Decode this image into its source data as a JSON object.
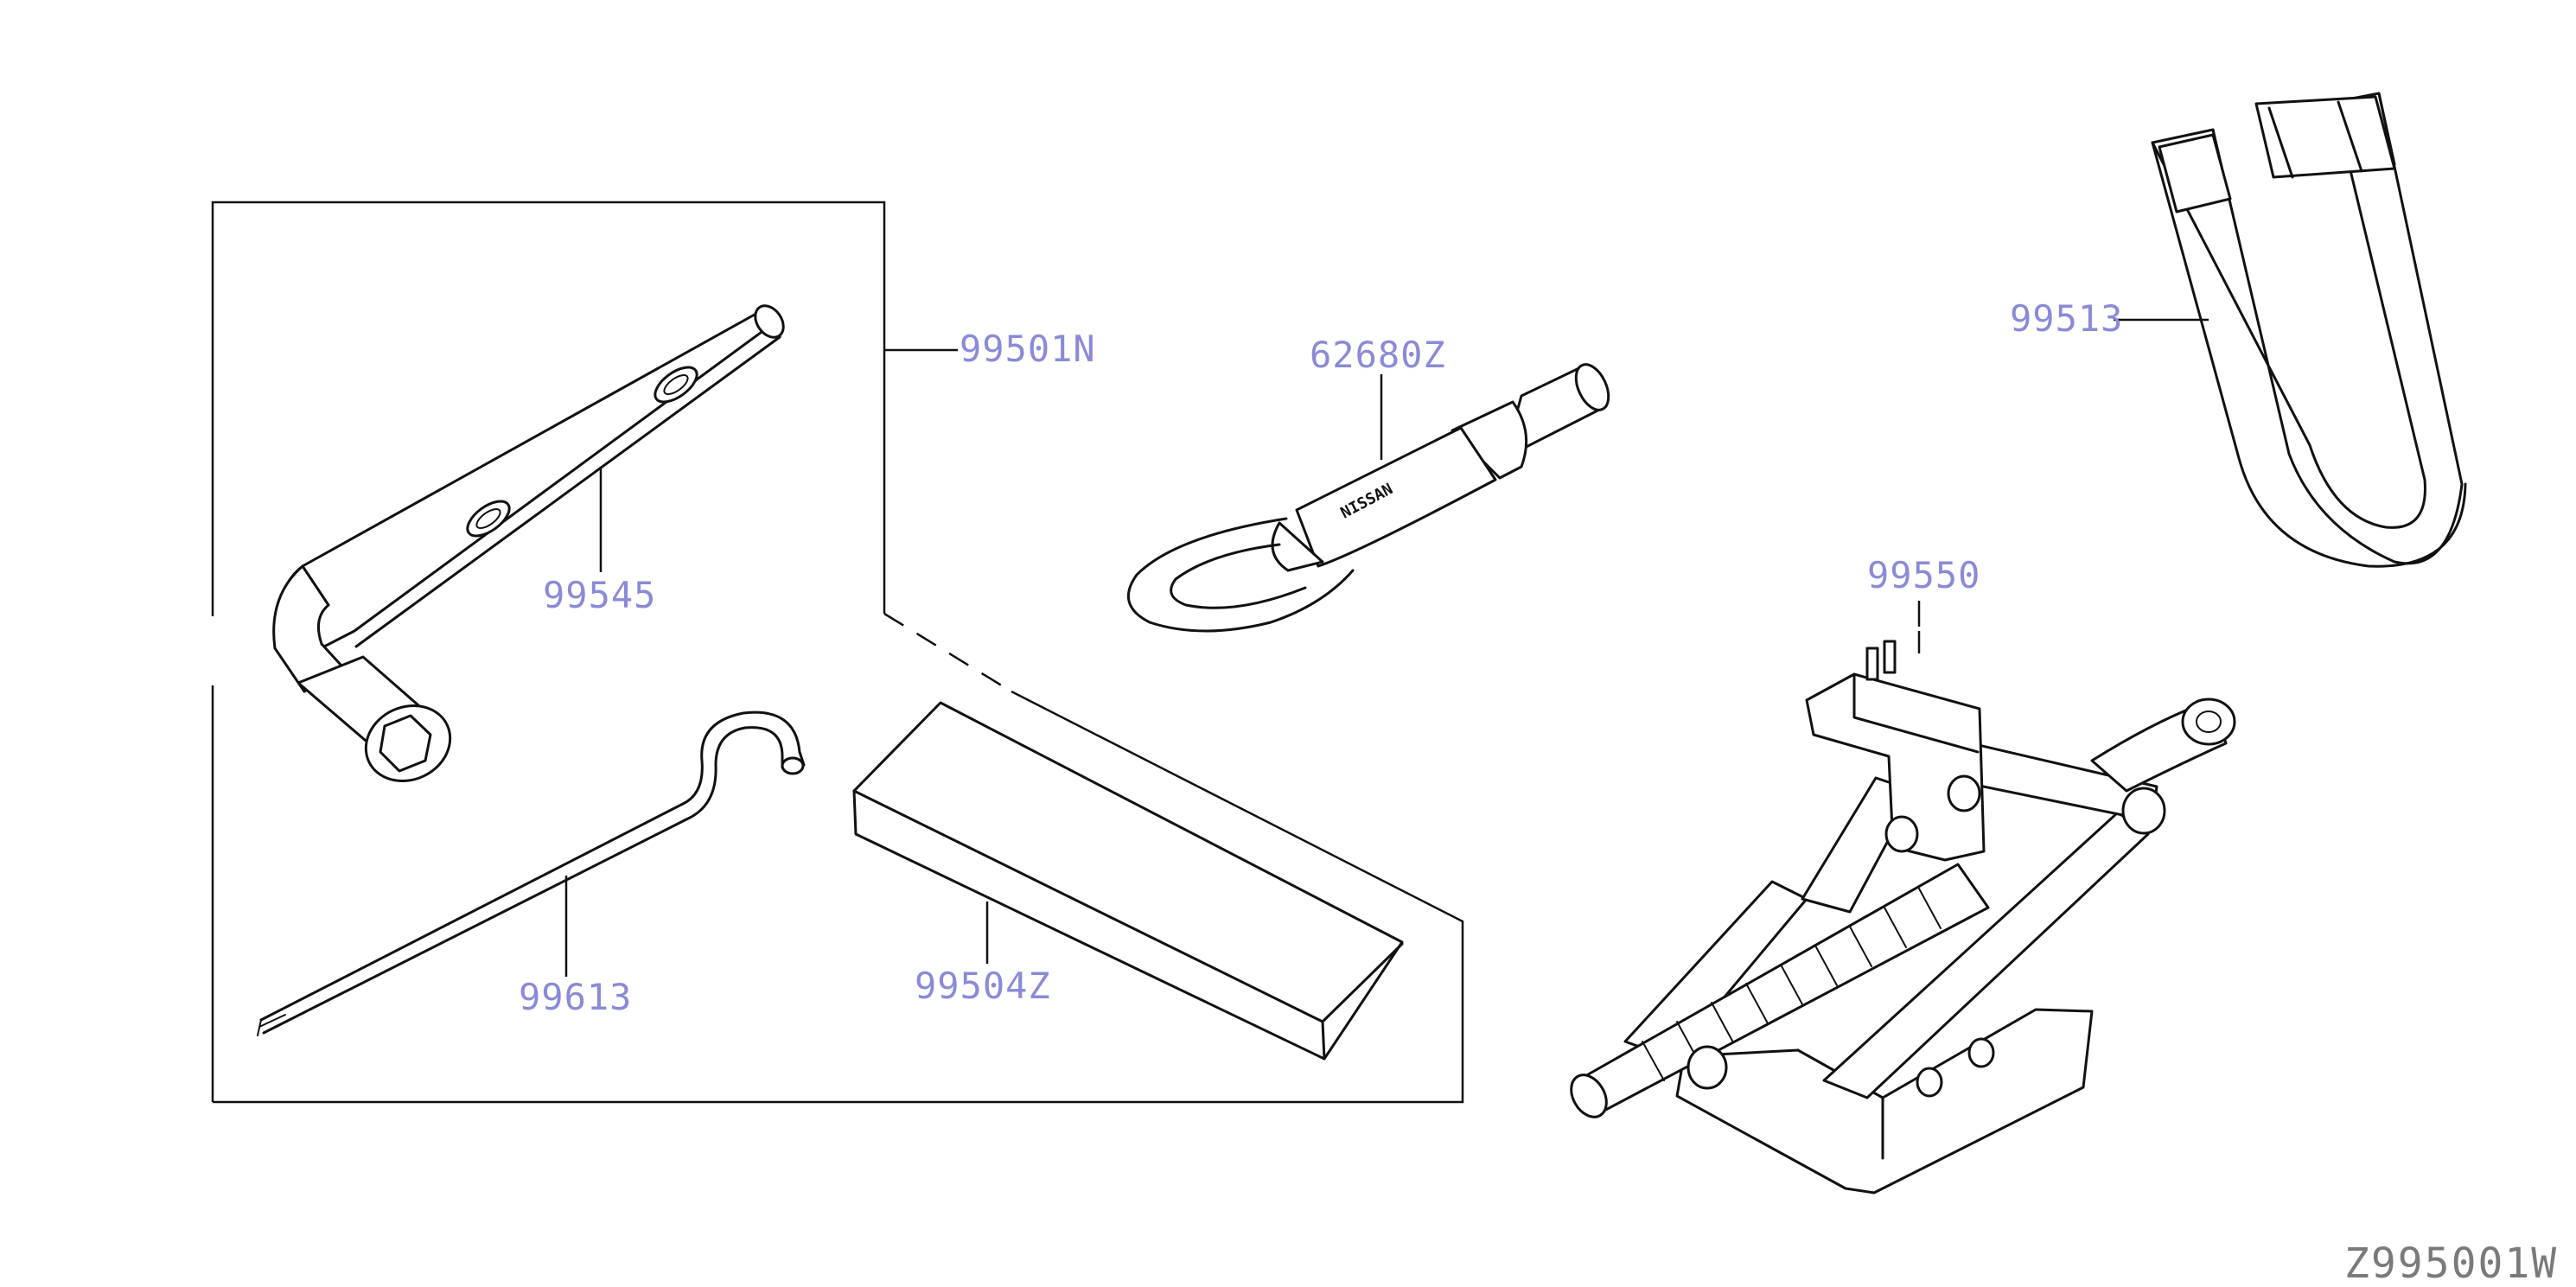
{
  "diagram": {
    "reference_code": "Z995001W",
    "parts": {
      "tool_set": "99501N",
      "wheel_wrench": "99545",
      "jack_handle": "99613",
      "tool_bag": "99504Z",
      "tow_hook": "62680Z",
      "hub_cap_remover": "99513",
      "jack": "99550"
    },
    "brand_mark": "NISSAN"
  }
}
